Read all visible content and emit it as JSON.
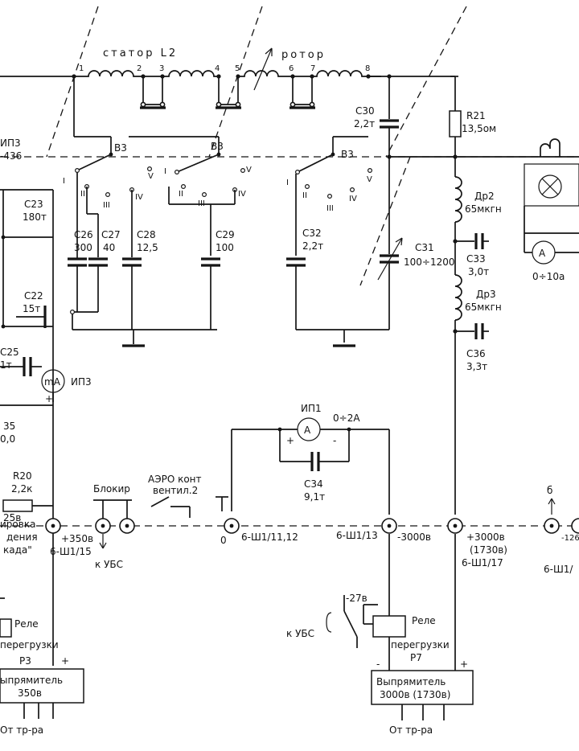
{
  "stator_label": "статор  L2",
  "rotor_label": "ротор",
  "terminal_numbers": [
    "1",
    "2",
    "3",
    "4",
    "5",
    "6",
    "7",
    "8"
  ],
  "switch_label": "B3",
  "switch_positions": [
    "I",
    "II",
    "III",
    "IV",
    "V"
  ],
  "left_edge": {
    "ip3_a": "ИП3",
    "ip3_b": "-436"
  },
  "capacitors": {
    "c23": {
      "name": "C23",
      "value": "180т"
    },
    "c22": {
      "name": "C22",
      "value": "15т"
    },
    "c25": {
      "name": "C25",
      "value": "1т"
    },
    "c26": {
      "name": "C26",
      "value": "300"
    },
    "c27": {
      "name": "C27",
      "value": "40"
    },
    "c28": {
      "name": "C28",
      "value": "12,5"
    },
    "c29": {
      "name": "C29",
      "value": "100"
    },
    "c32": {
      "name": "C32",
      "value": "2,2т"
    },
    "c30": {
      "name": "C30",
      "value": "2,2т"
    },
    "c31": {
      "name": "C31",
      "value": "100÷1200"
    },
    "c33": {
      "name": "C33",
      "value": "3,0т"
    },
    "c36": {
      "name": "C36",
      "value": "3,3т"
    },
    "c34": {
      "name": "C34",
      "value": "9,1т"
    },
    "c35": {
      "name": "35",
      "value": "0,0"
    }
  },
  "resistors": {
    "r21": {
      "name": "R21",
      "value": "13,5ом"
    },
    "r20": {
      "name": "R20",
      "value": "2,2к",
      "extra": "25в"
    }
  },
  "chokes": {
    "dr2": {
      "name": "Др2",
      "value": "65мкгн"
    },
    "dr3": {
      "name": "Др3",
      "value": "65мкгн"
    }
  },
  "meters": {
    "ip3": {
      "symbol": "mA",
      "name": "ИП3"
    },
    "ip1": {
      "symbol": "A",
      "name": "ИП1",
      "range": "0÷2А"
    },
    "right": {
      "symbol": "A",
      "range": "0÷10а"
    }
  },
  "connectors": {
    "sh1_15": {
      "voltage": "+350в",
      "pin": "6-Ш1/15",
      "note": "к УБС"
    },
    "sh1_11": {
      "voltage": "0",
      "pin": "6-Ш1/11,12"
    },
    "sh1_13": {
      "voltage": "-3000в",
      "pin": "6-Ш1/13"
    },
    "sh1_17": {
      "voltage": "+3000в",
      "alt": "(1730в)",
      "pin": "6-Ш1/17"
    },
    "right": {
      "pin": "6-Ш1/",
      "voltage": "-126",
      "letter": "б"
    }
  },
  "interlocks": {
    "block": "Блокир",
    "aero_1": "АЭРО конт",
    "aero_2": "вентил.2"
  },
  "relays": {
    "left": {
      "label": "Реле",
      "sub": "перегрузки",
      "name": "Р3"
    },
    "right": {
      "label": "Реле",
      "sub": "перегрузки",
      "name": "Р7",
      "supply": "-27в",
      "to": "к УБС"
    }
  },
  "rectifiers": {
    "left": {
      "line1": "ыпрямитель",
      "line2": "350в",
      "from": "От тр-ра"
    },
    "right": {
      "line1": "Выпрямитель",
      "line2": "3000в (1730в)",
      "from": "От тр-ра"
    }
  },
  "left_notes": {
    "line1": "ировка",
    "line2": "дения",
    "line3": "када\""
  },
  "polarity": {
    "plus": "+",
    "minus": "-"
  }
}
